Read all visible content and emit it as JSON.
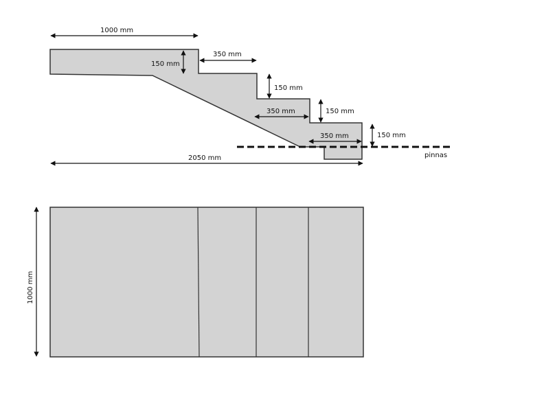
{
  "side_view": {
    "overall_length_label": "2050 mm",
    "landing_length_label": "1000 mm",
    "landing_thickness_label": "150 mm",
    "tread_labels": [
      "350 mm",
      "350 mm",
      "350 mm"
    ],
    "riser_labels": [
      "150 mm",
      "150 mm",
      "150 mm"
    ],
    "ground_label": "pinnas"
  },
  "plan_view": {
    "width_label": "1000 mm"
  }
}
